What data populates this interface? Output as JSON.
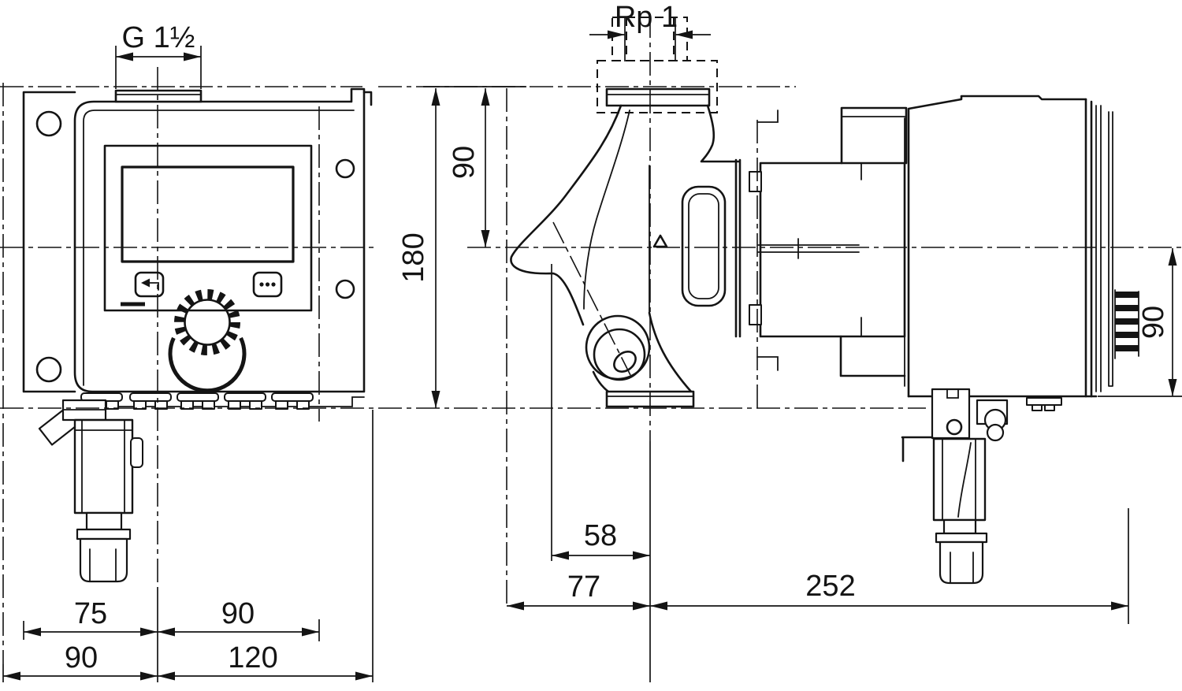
{
  "drawing": {
    "kind": "technical-dimension-drawing",
    "subject": "glandless inline circulator pump with electronic control module, two orthographic views with millimetre dimensions",
    "line_color": "#141414",
    "background_color": "#ffffff",
    "front_view": {
      "label": "front view of control module",
      "icons": {
        "back_button": "return-arrow",
        "context_button": "three-dots",
        "knob": "toothed-rotary-knob"
      }
    },
    "side_view": {
      "label": "side view of pump housing, motor and module"
    },
    "dims": {
      "front_thread": "G 1½",
      "front_left_to_center": "75",
      "front_center_to_right": "90",
      "front_total_left": "90",
      "front_total_right": "120",
      "side_thread": "Rp 1",
      "side_port_to_axis": "90",
      "side_port_to_port": "180",
      "side_axis_to_volute": "58",
      "side_axis_to_front": "77",
      "side_axis_to_back": "252",
      "side_axis_to_bottom": "90"
    }
  }
}
